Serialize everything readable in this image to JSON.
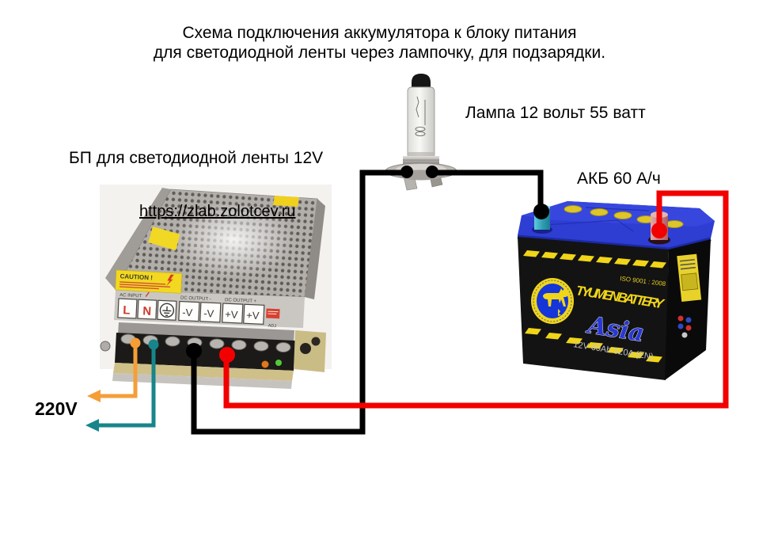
{
  "title": {
    "line1": "Схема подключения аккумулятора к блоку питания",
    "line2": "для светодиодной ленты через лампочку, для подзарядки."
  },
  "labels": {
    "lamp": "Лампа 12 вольт 55 ватт",
    "psu": "БП для светодиодной ленты 12V",
    "url": "https://zlab.zolotcev.ru",
    "battery": "АКБ 60 А/ч",
    "mains": "220V"
  },
  "psu": {
    "ac_input_label": "AC INPUT",
    "dc_output_neg_label": "DC OUTPUT -",
    "dc_output_pos_label": "DC OUTPUT +",
    "terminals": [
      "L",
      "N",
      "earth-icon",
      "-V",
      "-V",
      "+V",
      "+V"
    ],
    "caution_label": "CAUTION !",
    "adj_label": "ADJ"
  },
  "battery": {
    "brand": "TYUMEN BATTERY",
    "series": "Asia",
    "iso_label": "ISO 9001 : 2008",
    "spec": "12V 60Ah 520A (EN)"
  },
  "wires": {
    "positive_color": "#f20000",
    "negative_color": "#000000",
    "mains_line_color": "#f59e38",
    "mains_neutral_color": "#17858a"
  },
  "colors": {
    "battery_blue": "#2e3dd2",
    "battery_yellow": "#f0d518",
    "negative_terminal": "#35b0c4",
    "positive_terminal": "#d28d90"
  }
}
